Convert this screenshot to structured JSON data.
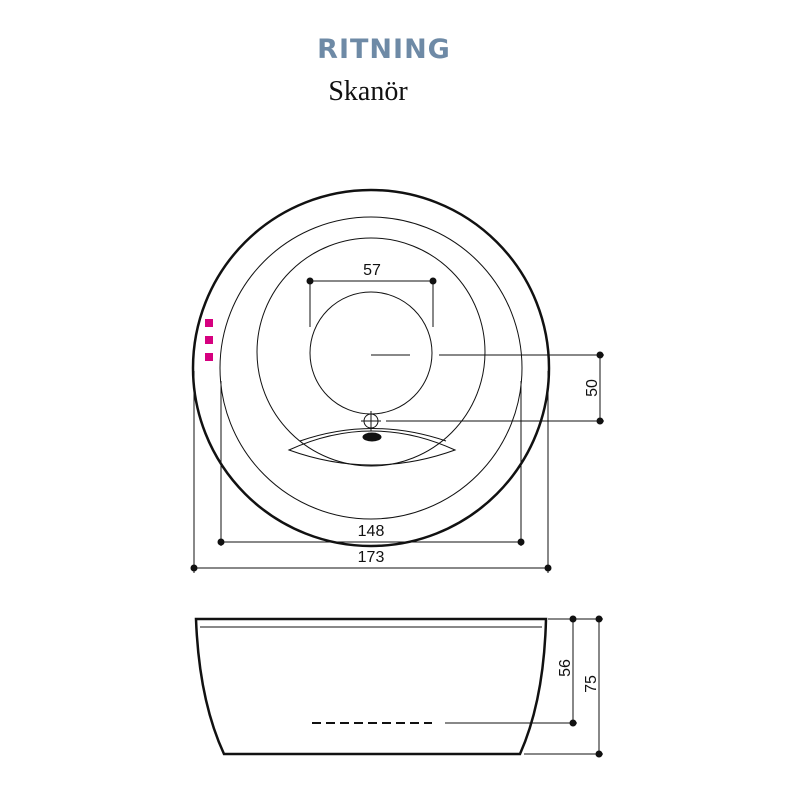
{
  "header": {
    "title": "RITNING",
    "subtitle": "Skanör"
  },
  "dimensions": {
    "inner_opening": "57",
    "outlet_offset": "50",
    "inner_width": "148",
    "outer_width": "173",
    "inner_height": "56",
    "outer_height": "75"
  },
  "colors": {
    "title": "#6e8aa6",
    "line": "#111111",
    "marker": "#d6007f"
  }
}
